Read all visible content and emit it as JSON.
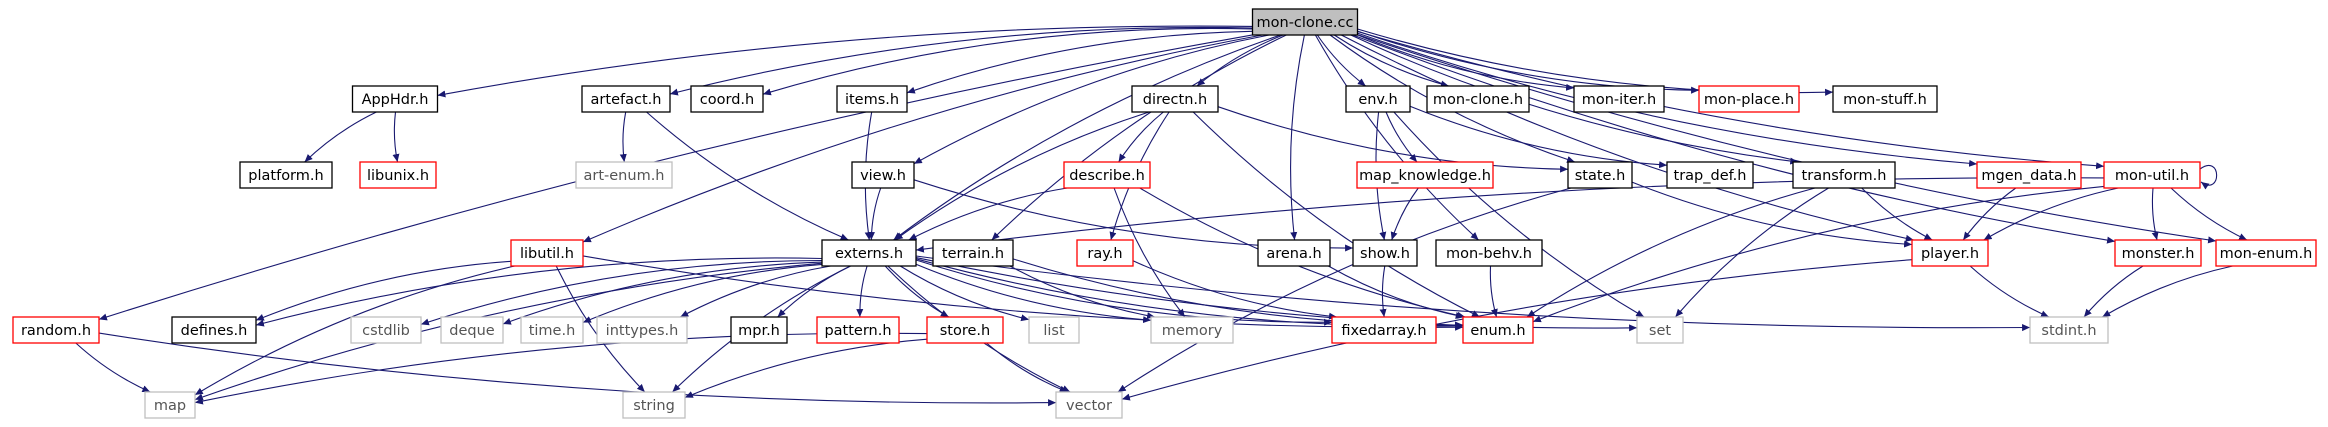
{
  "colors": {
    "edge": "#191970",
    "border_default": "#000000",
    "border_missing": "#ff0000",
    "border_system": "#bfbfbf",
    "root_fill": "#bfbfbf",
    "text_default": "#000000",
    "text_system": "#555555"
  },
  "nodes": [
    {
      "id": "mon_clone_cc",
      "label": "mon-clone.cc",
      "style": "root"
    },
    {
      "id": "apphdr_h",
      "label": "AppHdr.h",
      "style": "normal"
    },
    {
      "id": "artefact_h",
      "label": "artefact.h",
      "style": "normal"
    },
    {
      "id": "coord_h",
      "label": "coord.h",
      "style": "normal"
    },
    {
      "id": "items_h",
      "label": "items.h",
      "style": "normal"
    },
    {
      "id": "directn_h",
      "label": "directn.h",
      "style": "normal"
    },
    {
      "id": "env_h",
      "label": "env.h",
      "style": "normal"
    },
    {
      "id": "mon_clone_h",
      "label": "mon-clone.h",
      "style": "normal"
    },
    {
      "id": "mon_iter_h",
      "label": "mon-iter.h",
      "style": "normal"
    },
    {
      "id": "mon_place_h",
      "label": "mon-place.h",
      "style": "missing"
    },
    {
      "id": "mon_stuff_h",
      "label": "mon-stuff.h",
      "style": "normal"
    },
    {
      "id": "platform_h",
      "label": "platform.h",
      "style": "normal"
    },
    {
      "id": "libunix_h",
      "label": "libunix.h",
      "style": "missing"
    },
    {
      "id": "art_enum_h",
      "label": "art-enum.h",
      "style": "system"
    },
    {
      "id": "view_h",
      "label": "view.h",
      "style": "normal"
    },
    {
      "id": "describe_h",
      "label": "describe.h",
      "style": "missing"
    },
    {
      "id": "map_knowledge_h",
      "label": "map_knowledge.h",
      "style": "missing"
    },
    {
      "id": "state_h",
      "label": "state.h",
      "style": "normal"
    },
    {
      "id": "trap_def_h",
      "label": "trap_def.h",
      "style": "normal"
    },
    {
      "id": "transform_h",
      "label": "transform.h",
      "style": "normal"
    },
    {
      "id": "mgen_data_h",
      "label": "mgen_data.h",
      "style": "missing"
    },
    {
      "id": "mon_util_h",
      "label": "mon-util.h",
      "style": "missing"
    },
    {
      "id": "libutil_h",
      "label": "libutil.h",
      "style": "missing"
    },
    {
      "id": "externs_h",
      "label": "externs.h",
      "style": "normal"
    },
    {
      "id": "terrain_h",
      "label": "terrain.h",
      "style": "normal"
    },
    {
      "id": "ray_h",
      "label": "ray.h",
      "style": "missing"
    },
    {
      "id": "arena_h",
      "label": "arena.h",
      "style": "normal"
    },
    {
      "id": "show_h",
      "label": "show.h",
      "style": "normal"
    },
    {
      "id": "mon_behv_h",
      "label": "mon-behv.h",
      "style": "normal"
    },
    {
      "id": "player_h",
      "label": "player.h",
      "style": "missing"
    },
    {
      "id": "monster_h",
      "label": "monster.h",
      "style": "missing"
    },
    {
      "id": "mon_enum_h",
      "label": "mon-enum.h",
      "style": "missing"
    },
    {
      "id": "random_h",
      "label": "random.h",
      "style": "missing"
    },
    {
      "id": "defines_h",
      "label": "defines.h",
      "style": "normal"
    },
    {
      "id": "cstdlib",
      "label": "cstdlib",
      "style": "system"
    },
    {
      "id": "deque",
      "label": "deque",
      "style": "system"
    },
    {
      "id": "time_h",
      "label": "time.h",
      "style": "system"
    },
    {
      "id": "inttypes_h",
      "label": "inttypes.h",
      "style": "system"
    },
    {
      "id": "mpr_h",
      "label": "mpr.h",
      "style": "normal"
    },
    {
      "id": "pattern_h",
      "label": "pattern.h",
      "style": "missing"
    },
    {
      "id": "store_h",
      "label": "store.h",
      "style": "missing"
    },
    {
      "id": "list",
      "label": "list",
      "style": "system"
    },
    {
      "id": "memory",
      "label": "memory",
      "style": "system"
    },
    {
      "id": "fixedarray_h",
      "label": "fixedarray.h",
      "style": "missing"
    },
    {
      "id": "enum_h",
      "label": "enum.h",
      "style": "missing"
    },
    {
      "id": "set",
      "label": "set",
      "style": "system"
    },
    {
      "id": "stdint_h",
      "label": "stdint.h",
      "style": "system"
    },
    {
      "id": "map",
      "label": "map",
      "style": "system"
    },
    {
      "id": "string",
      "label": "string",
      "style": "system"
    },
    {
      "id": "vector",
      "label": "vector",
      "style": "system"
    }
  ],
  "edges": [
    [
      "mon_clone_cc",
      "apphdr_h"
    ],
    [
      "mon_clone_cc",
      "artefact_h"
    ],
    [
      "mon_clone_cc",
      "coord_h"
    ],
    [
      "mon_clone_cc",
      "items_h"
    ],
    [
      "mon_clone_cc",
      "directn_h"
    ],
    [
      "mon_clone_cc",
      "env_h"
    ],
    [
      "mon_clone_cc",
      "mon_clone_h"
    ],
    [
      "mon_clone_cc",
      "mon_iter_h"
    ],
    [
      "mon_clone_cc",
      "mon_place_h"
    ],
    [
      "mon_clone_cc",
      "mon_stuff_h"
    ],
    [
      "mon_clone_cc",
      "libutil_h"
    ],
    [
      "mon_clone_cc",
      "random_h"
    ],
    [
      "mon_clone_cc",
      "externs_h"
    ],
    [
      "mon_clone_cc",
      "terrain_h"
    ],
    [
      "mon_clone_cc",
      "arena_h"
    ],
    [
      "mon_clone_cc",
      "mon_behv_h"
    ],
    [
      "mon_clone_cc",
      "player_h"
    ],
    [
      "mon_clone_cc",
      "mgen_data_h"
    ],
    [
      "mon_clone_cc",
      "mon_util_h"
    ],
    [
      "mon_clone_cc",
      "monster_h"
    ],
    [
      "mon_clone_cc",
      "mon_enum_h"
    ],
    [
      "mon_clone_cc",
      "view_h"
    ],
    [
      "mon_clone_cc",
      "transform_h"
    ],
    [
      "mon_clone_cc",
      "state_h"
    ],
    [
      "apphdr_h",
      "platform_h"
    ],
    [
      "apphdr_h",
      "libunix_h"
    ],
    [
      "artefact_h",
      "art_enum_h"
    ],
    [
      "artefact_h",
      "externs_h"
    ],
    [
      "items_h",
      "externs_h"
    ],
    [
      "directn_h",
      "describe_h"
    ],
    [
      "directn_h",
      "externs_h"
    ],
    [
      "directn_h",
      "ray_h"
    ],
    [
      "directn_h",
      "enum_h"
    ],
    [
      "directn_h",
      "state_h"
    ],
    [
      "env_h",
      "map_knowledge_h"
    ],
    [
      "env_h",
      "show_h"
    ],
    [
      "env_h",
      "trap_def_h"
    ],
    [
      "env_h",
      "set"
    ],
    [
      "view_h",
      "externs_h"
    ],
    [
      "view_h",
      "show_h"
    ],
    [
      "describe_h",
      "externs_h"
    ],
    [
      "describe_h",
      "enum_h"
    ],
    [
      "describe_h",
      "memory"
    ],
    [
      "map_knowledge_h",
      "show_h"
    ],
    [
      "state_h",
      "player_h"
    ],
    [
      "state_h",
      "vector"
    ],
    [
      "transform_h",
      "player_h"
    ],
    [
      "transform_h",
      "enum_h"
    ],
    [
      "transform_h",
      "set"
    ],
    [
      "mgen_data_h",
      "player_h"
    ],
    [
      "mon_util_h",
      "mon_util_h"
    ],
    [
      "mon_util_h",
      "externs_h"
    ],
    [
      "mon_util_h",
      "player_h"
    ],
    [
      "mon_util_h",
      "monster_h"
    ],
    [
      "mon_util_h",
      "mon_enum_h"
    ],
    [
      "mon_util_h",
      "enum_h"
    ],
    [
      "libutil_h",
      "defines_h"
    ],
    [
      "libutil_h",
      "string"
    ],
    [
      "libutil_h",
      "map"
    ],
    [
      "libutil_h",
      "enum_h"
    ],
    [
      "externs_h",
      "defines_h"
    ],
    [
      "externs_h",
      "cstdlib"
    ],
    [
      "externs_h",
      "deque"
    ],
    [
      "externs_h",
      "time_h"
    ],
    [
      "externs_h",
      "inttypes_h"
    ],
    [
      "externs_h",
      "mpr_h"
    ],
    [
      "externs_h",
      "pattern_h"
    ],
    [
      "externs_h",
      "store_h"
    ],
    [
      "externs_h",
      "list"
    ],
    [
      "externs_h",
      "memory"
    ],
    [
      "externs_h",
      "fixedarray_h"
    ],
    [
      "externs_h",
      "enum_h"
    ],
    [
      "externs_h",
      "set"
    ],
    [
      "externs_h",
      "stdint_h"
    ],
    [
      "externs_h",
      "map"
    ],
    [
      "externs_h",
      "string"
    ],
    [
      "externs_h",
      "vector"
    ],
    [
      "terrain_h",
      "enum_h"
    ],
    [
      "terrain_h",
      "memory"
    ],
    [
      "ray_h",
      "fixedarray_h"
    ],
    [
      "arena_h",
      "enum_h"
    ],
    [
      "show_h",
      "fixedarray_h"
    ],
    [
      "mon_behv_h",
      "enum_h"
    ],
    [
      "player_h",
      "stdint_h"
    ],
    [
      "player_h",
      "vector"
    ],
    [
      "monster_h",
      "stdint_h"
    ],
    [
      "mon_enum_h",
      "stdint_h"
    ],
    [
      "random_h",
      "map"
    ],
    [
      "random_h",
      "vector"
    ],
    [
      "store_h",
      "map"
    ],
    [
      "store_h",
      "string"
    ],
    [
      "store_h",
      "vector"
    ]
  ]
}
